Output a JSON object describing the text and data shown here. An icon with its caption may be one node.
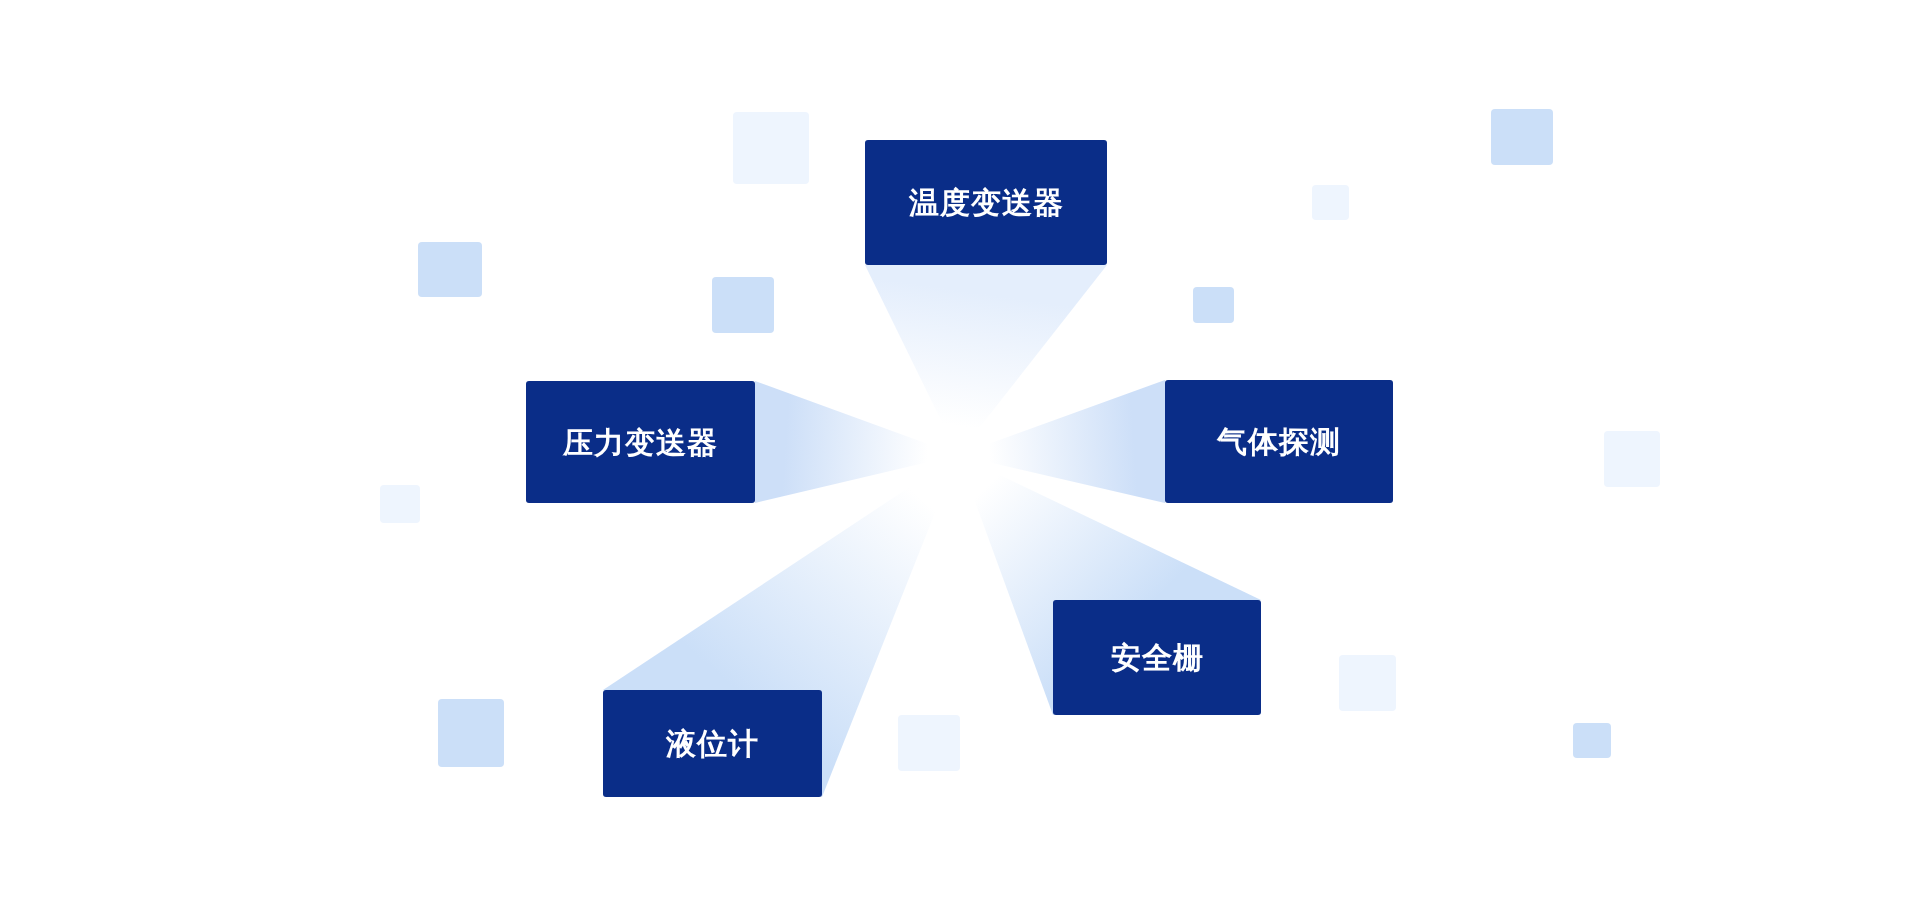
{
  "diagram": {
    "nodes": [
      {
        "text": [
          "温度变送器"
        ]
      },
      {
        "text": [
          "压力变送器"
        ]
      },
      {
        "text": [
          "气体探测"
        ]
      },
      {
        "text": [
          "安全栅"
        ]
      },
      {
        "text": [
          "液位计"
        ]
      }
    ]
  }
}
